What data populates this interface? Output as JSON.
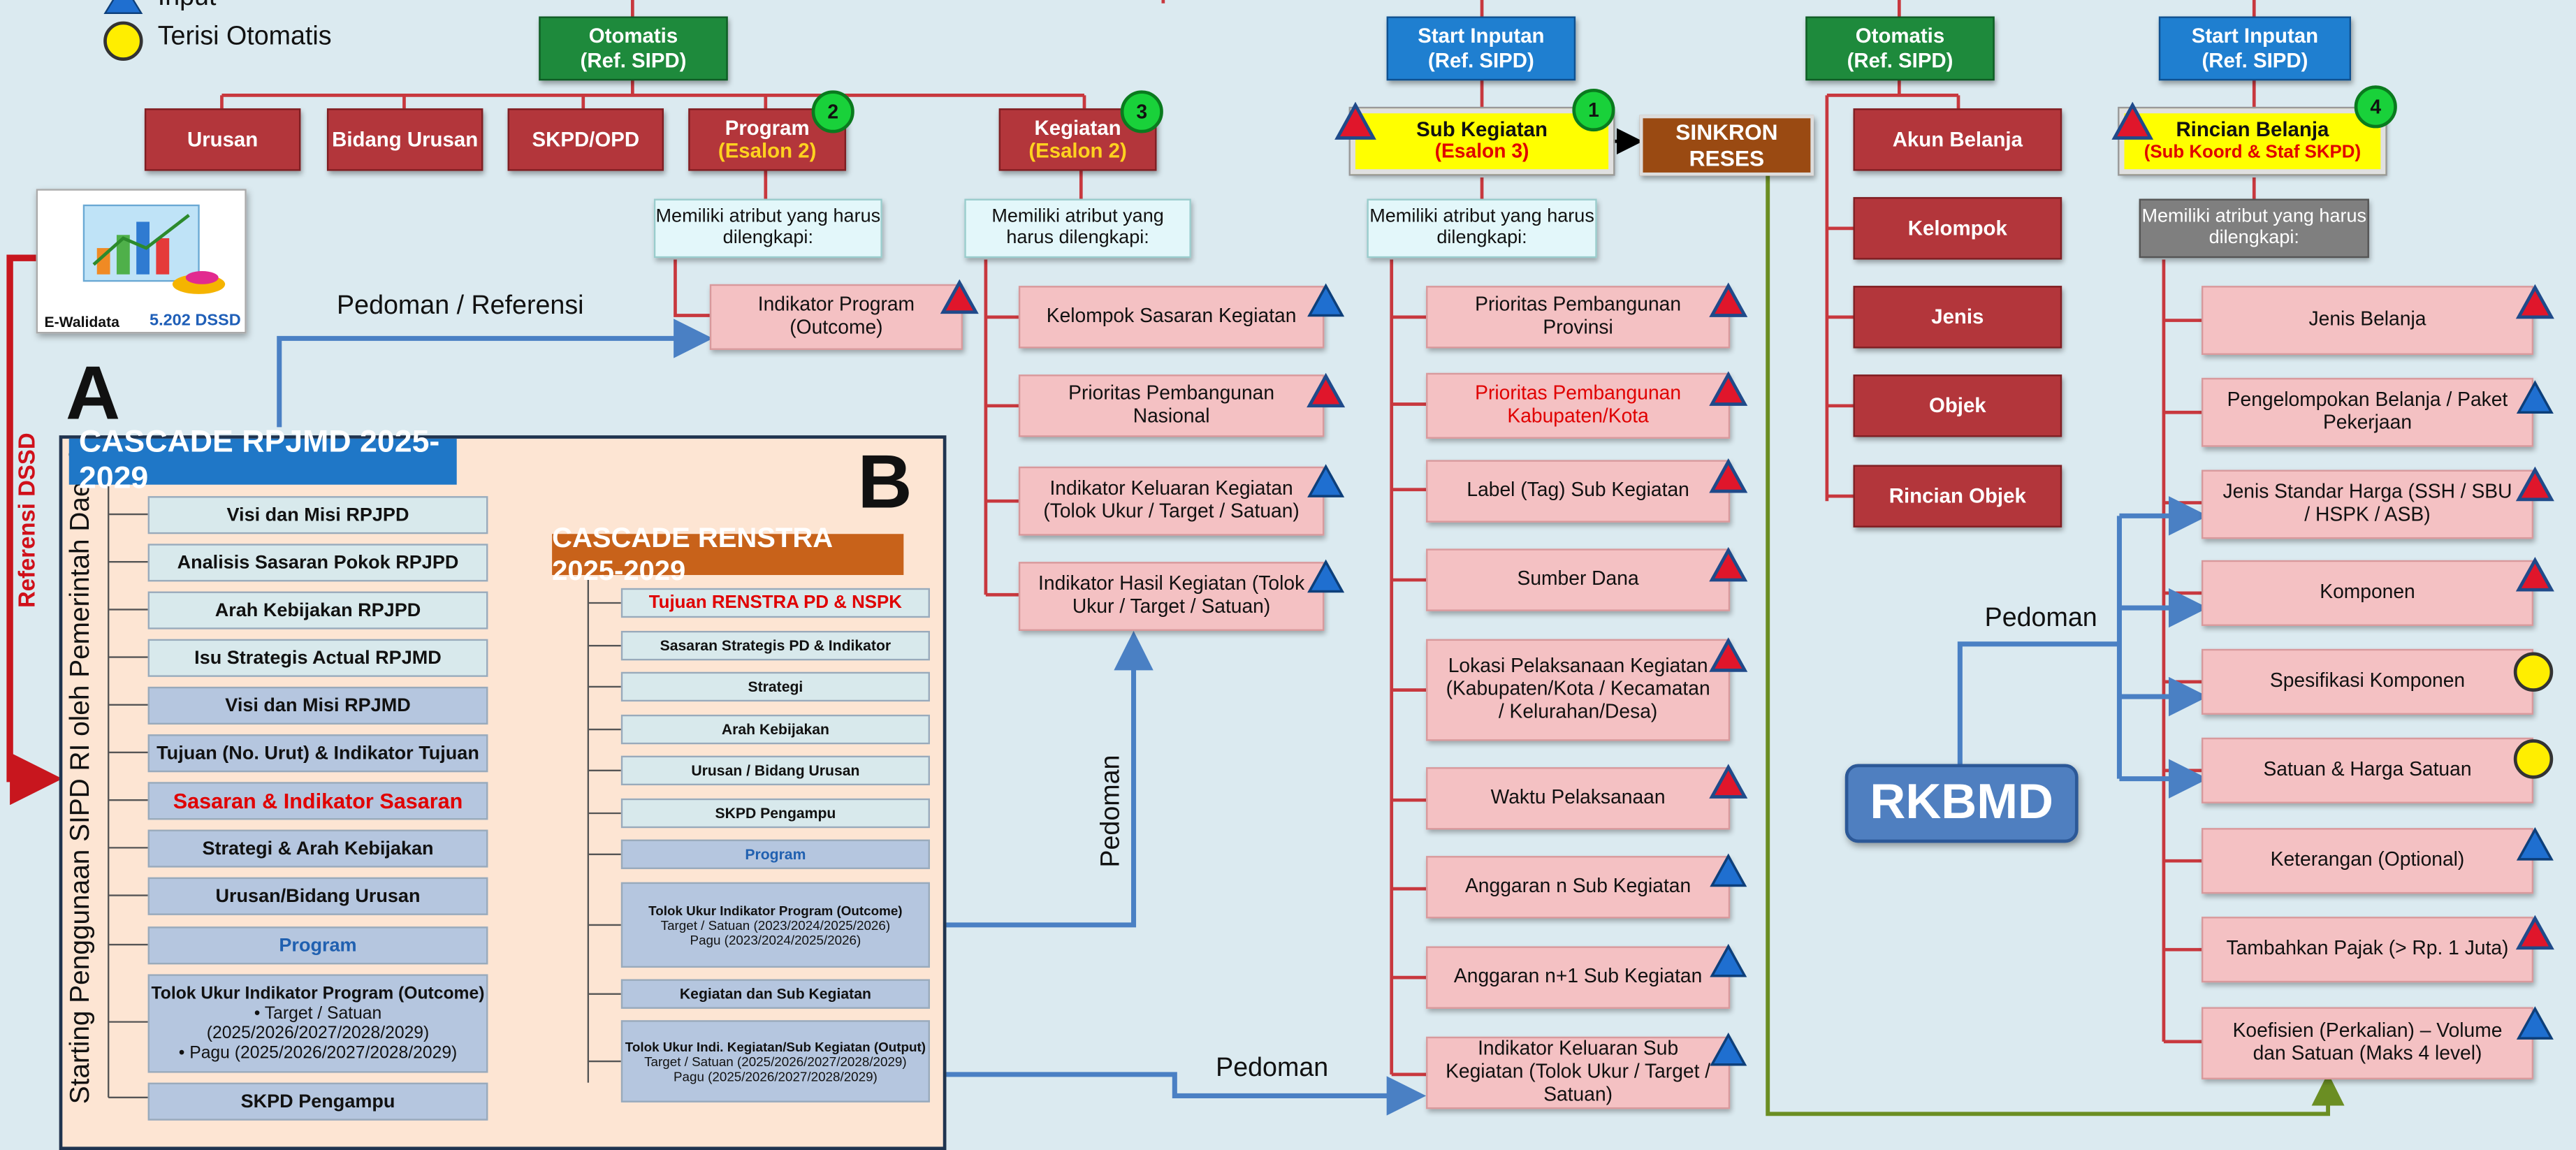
{
  "legend": {
    "input": "Input",
    "auto": "Terisi Otomatis"
  },
  "headers": {
    "otomatis1": {
      "line1": "Otomatis",
      "line2": "(Ref. SIPD)"
    },
    "start1": {
      "line1": "Start Inputan",
      "line2": "(Ref. SIPD)"
    },
    "otomatis2": {
      "line1": "Otomatis",
      "line2": "(Ref. SIPD)"
    },
    "start2": {
      "line1": "Start Inputan",
      "line2": "(Ref. SIPD)"
    }
  },
  "top_boxes": {
    "urusan": "Urusan",
    "bidang": "Bidang Urusan",
    "skpd": "SKPD/OPD",
    "program": {
      "line1": "Program",
      "line2": "(Esalon 2)"
    },
    "kegiatan": {
      "line1": "Kegiatan",
      "line2": "(Esalon 2)"
    },
    "sub_kegiatan": {
      "line1": "Sub Kegiatan",
      "line2": "(Esalon 3)"
    },
    "sinkron": {
      "line1": "SINKRON",
      "line2": "RESES"
    },
    "rincian": {
      "line1": "Rincian Belanja",
      "line2": "(Sub Koord & Staf SKPD)"
    }
  },
  "numbers": {
    "program": "2",
    "kegiatan": "3",
    "sub_kegiatan": "1",
    "rincian": "4"
  },
  "attr_label": "Memiliki atribut yang harus dilengkapi:",
  "program_items": [
    "Indikator Program (Outcome)"
  ],
  "kegiatan_items": [
    "Kelompok Sasaran Kegiatan",
    "Prioritas Pembangunan Nasional",
    "Indikator Keluaran Kegiatan (Tolok Ukur / Target / Satuan)",
    "Indikator Hasil Kegiatan (Tolok Ukur / Target / Satuan)"
  ],
  "sub_items": [
    "Prioritas Pembangunan Provinsi",
    "Prioritas Pembangunan Kabupaten/Kota",
    "Label (Tag) Sub Kegiatan",
    "Sumber Dana",
    "Lokasi Pelaksanaan Kegiatan (Kabupaten/Kota / Kecamatan / Kelurahan/Desa)",
    "Waktu Pelaksanaan",
    "Anggaran n Sub Kegiatan",
    "Anggaran n+1 Sub Kegiatan",
    "Indikator Keluaran Sub Kegiatan (Tolok Ukur / Target / Satuan)"
  ],
  "akun_items": [
    "Akun Belanja",
    "Kelompok",
    "Jenis",
    "Objek",
    "Rincian Objek"
  ],
  "rincian_items": [
    "Jenis Belanja",
    "Pengelompokan Belanja / Paket Pekerjaan",
    "Jenis Standar Harga (SSH / SBU / HSPK / ASB)",
    "Komponen",
    "Spesifikasi Komponen",
    "Satuan & Harga Satuan",
    "Keterangan (Optional)",
    "Tambahkan Pajak (> Rp. 1 Juta)",
    "Koefisien (Perkalian) – Volume dan Satuan (Maks 4 level)"
  ],
  "ewalidata": {
    "name": "E-Walidata",
    "count": "5.202 DSSD"
  },
  "labels": {
    "pedoman_referensi": "Pedoman / Referensi",
    "pedoman": "Pedoman",
    "referensi_dssd": "Referensi DSSD",
    "starting": "Starting Penggunaan SIPD RI oleh Pemerintah Daerah",
    "letter_a": "A",
    "letter_b": "B",
    "rkbmd": "RKBMD"
  },
  "cascade_a": {
    "title": "CASCADE RPJMD 2025-2029",
    "items": [
      "Visi dan Misi RPJPD",
      "Analisis Sasaran Pokok RPJPD",
      "Arah Kebijakan RPJPD",
      "Isu Strategis Actual RPJMD",
      "Visi dan Misi RPJMD",
      "Tujuan (No. Urut) & Indikator Tujuan",
      "Sasaran & Indikator Sasaran",
      "Strategi & Arah Kebijakan",
      "Urusan/Bidang Urusan",
      "Program"
    ],
    "tolok": {
      "title": "Tolok Ukur Indikator Program (Outcome)",
      "line1": "• Target / Satuan (2025/2026/2027/2028/2029)",
      "line2": "• Pagu (2025/2026/2027/2028/2029)"
    },
    "skpd": "SKPD Pengampu"
  },
  "cascade_b": {
    "title": "CASCADE RENSTRA 2025-2029",
    "items": [
      "Tujuan RENSTRA PD & NSPK",
      "Sasaran Strategis PD & Indikator",
      "Strategi",
      "Arah Kebijakan",
      "Urusan / Bidang Urusan",
      "SKPD Pengampu",
      "Program"
    ],
    "tolok_program": {
      "title": "Tolok Ukur Indikator Program (Outcome)",
      "line1": "Target / Satuan (2023/2024/2025/2026)",
      "line2": "Pagu (2023/2024/2025/2026)"
    },
    "kegiatan": "Kegiatan dan Sub Kegiatan",
    "tolok_keg": {
      "title": "Tolok Ukur Indi. Kegiatan/Sub Kegiatan (Output)",
      "line1": "Target / Satuan (2025/2026/2027/2028/2029)",
      "line2": "Pagu (2025/2026/2027/2028/2029)"
    }
  },
  "colors": {
    "triangle_red": "#e0162b",
    "triangle_blue": "#1f6fd0",
    "circle_yellow": "#ffee00",
    "connector_red": "#c8383e",
    "arrow_blue": "#4a80c4",
    "arrow_green": "#6b8e23"
  }
}
